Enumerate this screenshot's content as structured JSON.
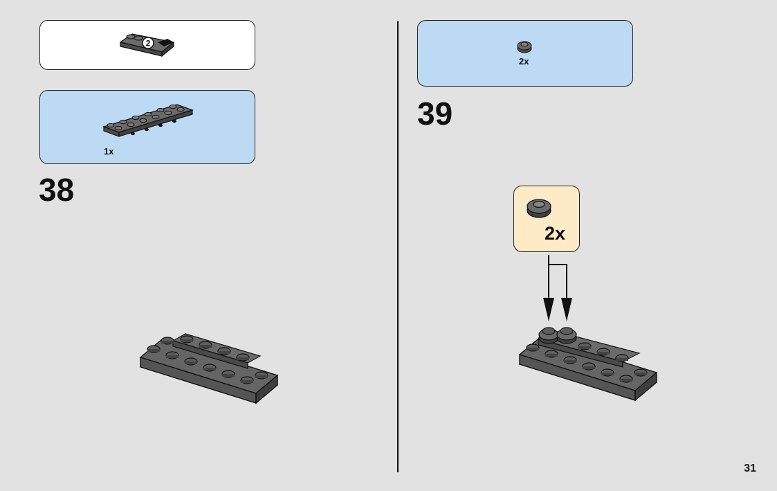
{
  "page": {
    "number": "31",
    "background": "#e2e2e2"
  },
  "left_step": {
    "header_icon": "sub-model-icon-2",
    "header_badge": "2",
    "parts_callout": {
      "part_icon": "dark-gray-plate-2x6-with-holes-icon",
      "quantity": "1x"
    },
    "step_number": "38",
    "assembly_icon": "dark-gray-plate-assembly-icon"
  },
  "right_step": {
    "parts_callout": {
      "part_icon": "dark-gray-round-plate-1x1-icon",
      "quantity": "2x"
    },
    "step_number": "39",
    "sub_callout": {
      "part_icon": "dark-gray-round-plate-1x1-icon",
      "quantity": "2x"
    },
    "assembly_icon": "plate-assembly-with-round-plates-icon"
  },
  "colors": {
    "callout_blue": "#bcdaf3",
    "callout_cream": "#fdebc8",
    "brick_dark_gray": "#5b5b5b"
  }
}
